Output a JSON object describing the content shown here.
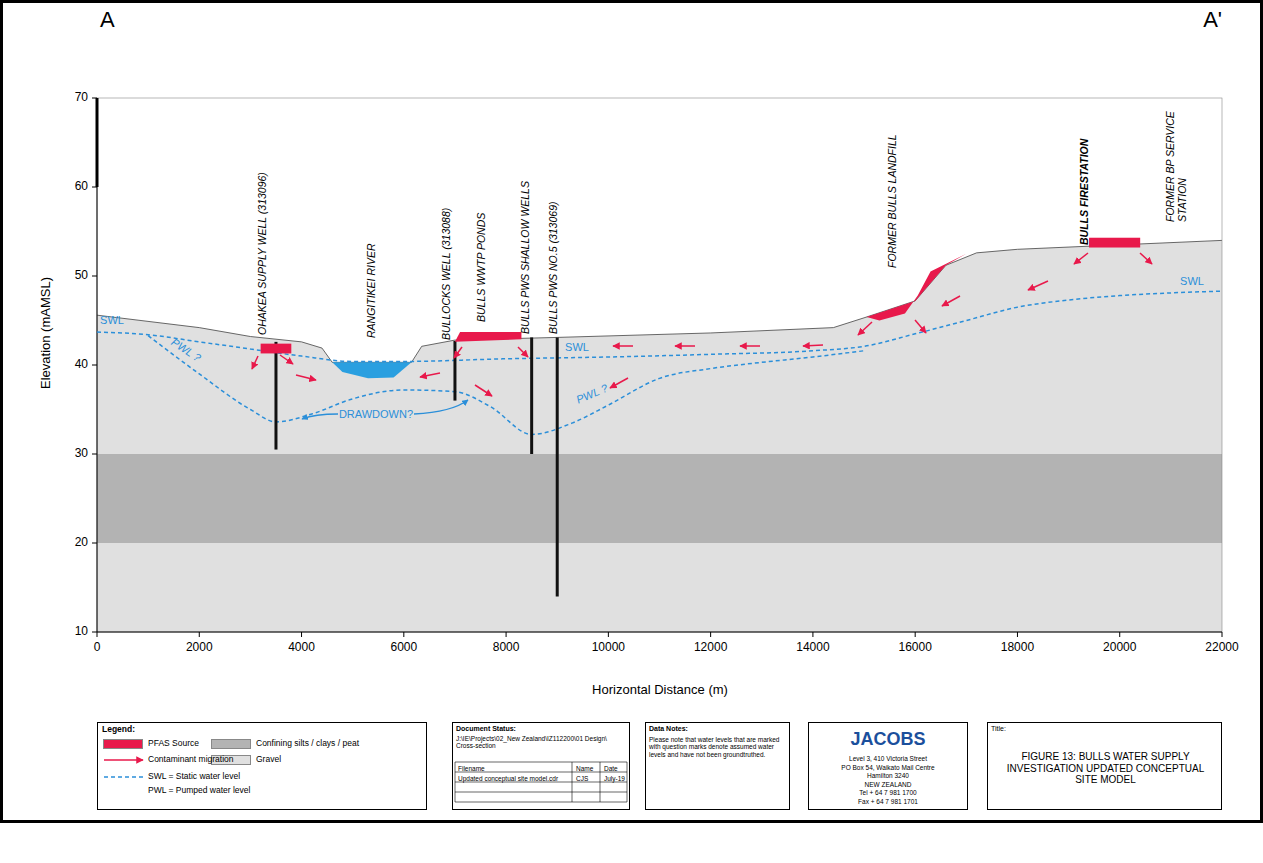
{
  "diagram": {
    "title": "FIGURE 13: BULLS WATER SUPPLY INVESTIGATION UPDATED CONCEPTUAL SITE MODEL",
    "nodes": [
      {
        "text": [
          "Legend:"
        ]
      },
      {
        "text": [
          "Document Status:",
          "J:\\IE\\Projects\\02_New Zealand\\IZ112200\\01 Design\\ Cross-section",
          "Filename",
          "Name",
          "Date",
          "Updated conceptual site model.cdr",
          "CJS",
          "July-19"
        ]
      },
      {
        "text": [
          "Data Notes:",
          "Please note that water levels that are marked with question marks denote assumed water levels and have not been groundtruthed."
        ]
      },
      {
        "text": [
          "JACOBS",
          "Level 3, 410 Victoria Street",
          "PO Box 54, Waikato Mail Centre",
          "Hamilton 3240",
          "NEW ZEALAND",
          "Tel + 64 7 981 1700",
          "Fax + 64 7 981 1701"
        ]
      },
      {
        "text": [
          "Title:"
        ]
      }
    ],
    "labels": [
      "A",
      "A'",
      "70",
      "60",
      "50",
      "40",
      "30",
      "20",
      "10",
      "0",
      "2000",
      "4000",
      "6000",
      "8000",
      "10000",
      "12000",
      "14000",
      "16000",
      "18000",
      "20000",
      "22000",
      "Elevation (mAMSL)",
      "Horizontal Distance (m)",
      "OHAKEA SUPPLY WELL (313096)",
      "RANGITIKEI RIVER",
      "BULLOCKS WELL (313088)",
      "BULLS WWTP PONDS",
      "BULLS PWS SHALLOW WELLS",
      "BULLS PWS NO.5 (313069)",
      "FORMER BULLS LANDFILL",
      "BULLS FIRESTATION",
      "FORMER BP SERVICE STATION",
      "SWL",
      "SWL",
      "SWL",
      "PWL ?",
      "PWL ?",
      "DRAWDOWN?"
    ],
    "legend": [
      {
        "text": "PFAS Source",
        "color": "#e8194b"
      },
      {
        "text": "Confining silts / clays / peat",
        "color": "#b3b3b3"
      },
      {
        "text": "Contaminant migration"
      },
      {
        "text": "Gravel",
        "color": "#e0e0e0"
      },
      {
        "text": "SWL = Static water level"
      },
      {
        "text": "PWL = Pumped water level"
      }
    ]
  }
}
